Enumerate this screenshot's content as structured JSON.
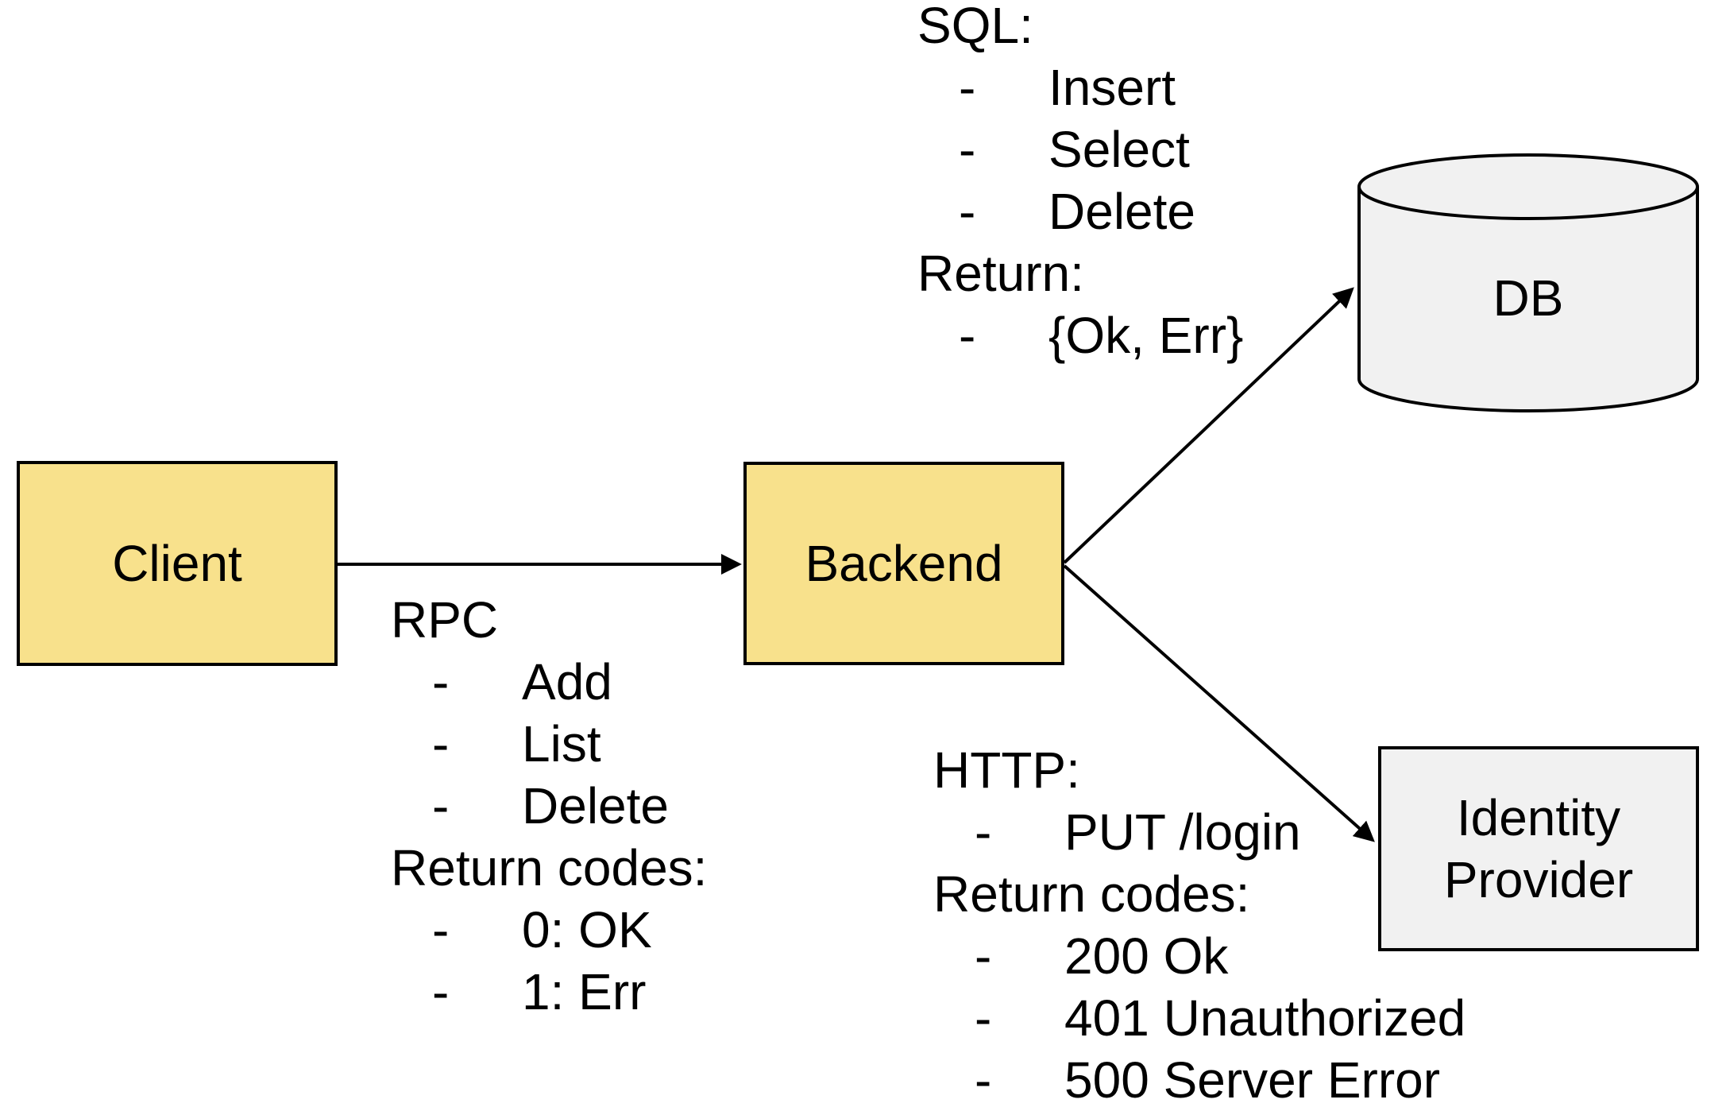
{
  "colors": {
    "background": "#ffffff",
    "stroke": "#000000",
    "text": "#000000",
    "node_yellow_fill": "#F8E18C",
    "node_gray_fill": "#F1F1F1"
  },
  "bullet": "-",
  "nodes": {
    "client": {
      "label": "Client"
    },
    "backend": {
      "label": "Backend"
    },
    "db": {
      "label": "DB"
    },
    "identity_provider": {
      "label_line1": "Identity",
      "label_line2": "Provider"
    }
  },
  "annotations": {
    "rpc": {
      "title": "RPC",
      "items": [
        "Add",
        "List",
        "Delete"
      ],
      "return_title": "Return codes:",
      "return_items": [
        "0: OK",
        "1: Err"
      ]
    },
    "sql": {
      "title": "SQL:",
      "items": [
        "Insert",
        "Select",
        "Delete"
      ],
      "return_title": "Return:",
      "return_items": [
        "{Ok, Err}"
      ]
    },
    "http": {
      "title": "HTTP:",
      "items": [
        "PUT /login"
      ],
      "return_title": "Return codes:",
      "return_items": [
        "200 Ok",
        "401 Unauthorized",
        "500 Server Error"
      ]
    }
  }
}
